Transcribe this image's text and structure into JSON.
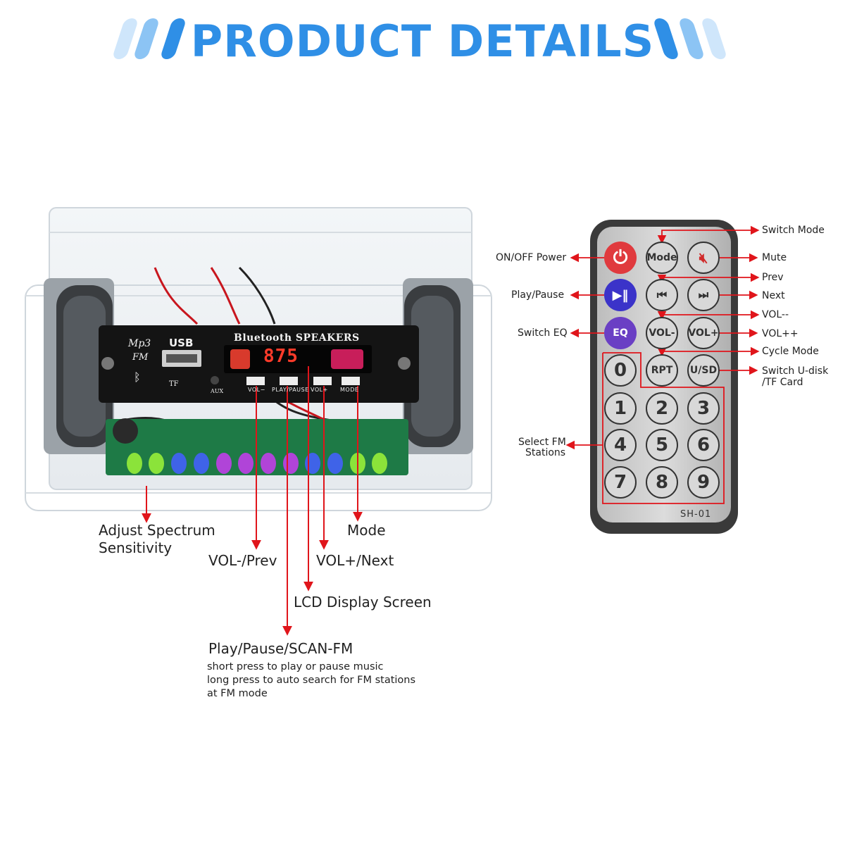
{
  "header": {
    "title": "PRODUCT DETAILS"
  },
  "device": {
    "panel_title": "Bluetooth SPEAKERS",
    "mp3_label": "Mp3",
    "fm_label": "FM",
    "usb_label": "USB",
    "tf_label": "TF",
    "aux_label": "AUX",
    "display_value": "875",
    "keys": [
      "VOL−",
      "PLAY/PAUSE",
      "VOL+",
      "MODE"
    ]
  },
  "callouts": {
    "spectrum_line1": "Adjust Spectrum",
    "spectrum_line2": "Sensitivity",
    "mode": "Mode",
    "vol_prev": "VOL-/Prev",
    "vol_next": "VOL+/Next",
    "lcd": "LCD Display Screen",
    "play_pause": "Play/Pause/SCAN-FM",
    "play_note_1": "short press to play or pause music",
    "play_note_2": "long press to auto search for FM stations",
    "play_note_3": "at FM mode"
  },
  "remote": {
    "model": "SH-01",
    "buttons": {
      "mode": "Mode",
      "eq": "EQ",
      "vol_minus": "VOL-",
      "vol_plus": "VOL+",
      "rpt": "RPT",
      "usd": "U/SD",
      "digits": [
        "0",
        "1",
        "2",
        "3",
        "4",
        "5",
        "6",
        "7",
        "8",
        "9"
      ]
    },
    "labels": {
      "power": "ON/OFF Power",
      "play": "Play/Pause",
      "eq": "Switch EQ",
      "fm_line1": "Select FM",
      "fm_line2": "Stations",
      "switch_mode": "Switch Mode",
      "mute": "Mute",
      "prev": "Prev",
      "next": "Next",
      "vol_minus": "VOL--",
      "vol_plus": "VOL++",
      "cycle": "Cycle Mode",
      "usd_line1": "Switch U-disk",
      "usd_line2": "/TF Card"
    }
  },
  "colors": {
    "accent": "#2f8fe6",
    "arrow": "#e0151b",
    "power_button": "#e03a3e",
    "play_button": "#3b33c9",
    "eq_button": "#6a3fc4"
  }
}
